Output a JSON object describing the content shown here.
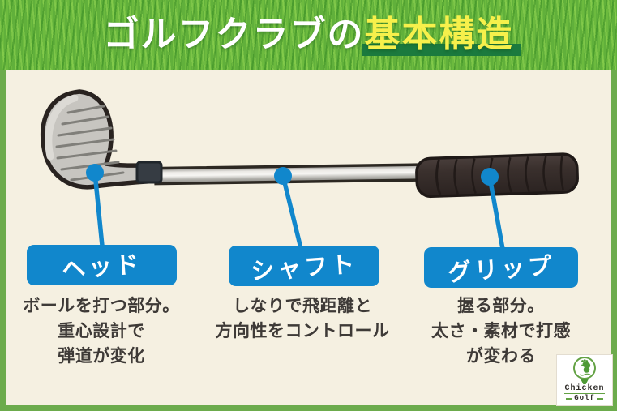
{
  "header": {
    "title_plain": "ゴルフクラブの",
    "title_highlight": "基本構造"
  },
  "labels": [
    {
      "title": "ヘッド",
      "desc_lines": [
        "ボールを打つ部分。",
        "重心設計で",
        "弾道が変化"
      ]
    },
    {
      "title": "シャフト",
      "desc_lines": [
        "しなりで飛距離と",
        "方向性をコントロール"
      ]
    },
    {
      "title": "グリップ",
      "desc_lines": [
        "握る部分。",
        "太さ・素材で打感",
        "が変わる"
      ]
    }
  ],
  "logo": {
    "name_top": "Chicken",
    "name_bottom": "Golf"
  },
  "illustration": {
    "subject": "golf-club",
    "parts": [
      "head",
      "shaft",
      "grip"
    ],
    "pointer_style": "blue dot with leader line to label"
  },
  "colors": {
    "accent_blue": "#1187cc",
    "grass_green": "#61b03b",
    "border_green": "#6cab4c",
    "highlight_yellow": "#f6f04b",
    "highlight_underbar_green": "#1b7a3e",
    "background_cream": "#f5f0e1",
    "text_dark": "#3e3a37",
    "logo_green": "#63a244"
  }
}
